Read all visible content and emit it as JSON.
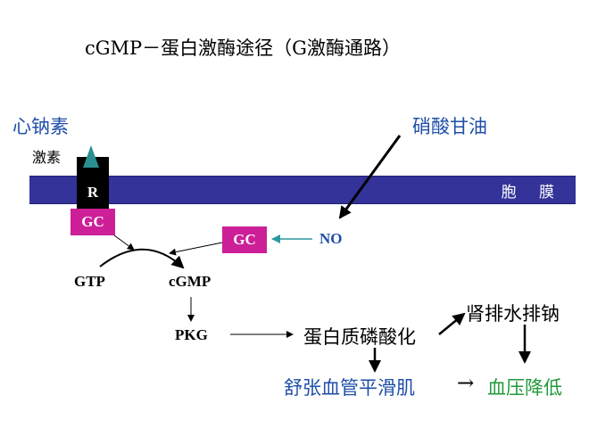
{
  "title": "cGMP－蛋白激酶途径（G激酶通路）",
  "hormone_name": "心钠素",
  "hormone_label": "激素",
  "nitroglycerin": "硝酸甘油",
  "membrane_label": "胞 膜",
  "receptor_label": "R",
  "gc_membrane_label": "GC",
  "gc_soluble_label": "GC",
  "no_label": "NO",
  "gtp_label": "GTP",
  "cgmp_label": "cGMP",
  "pkg_label": "PKG",
  "protein_phosphorylation": "蛋白质磷酸化",
  "kidney_effect": "肾排水排钠",
  "smooth_muscle_effect": "舒张血管平滑肌",
  "arrow_glyph": "→",
  "bp_effect": "血压降低",
  "colors": {
    "membrane": "#33339a",
    "gc_box": "#cc1f98",
    "blue_text": "#1f4fa8",
    "green_text": "#1f9a3a",
    "hormone_triangle": "#2a8f8f"
  }
}
